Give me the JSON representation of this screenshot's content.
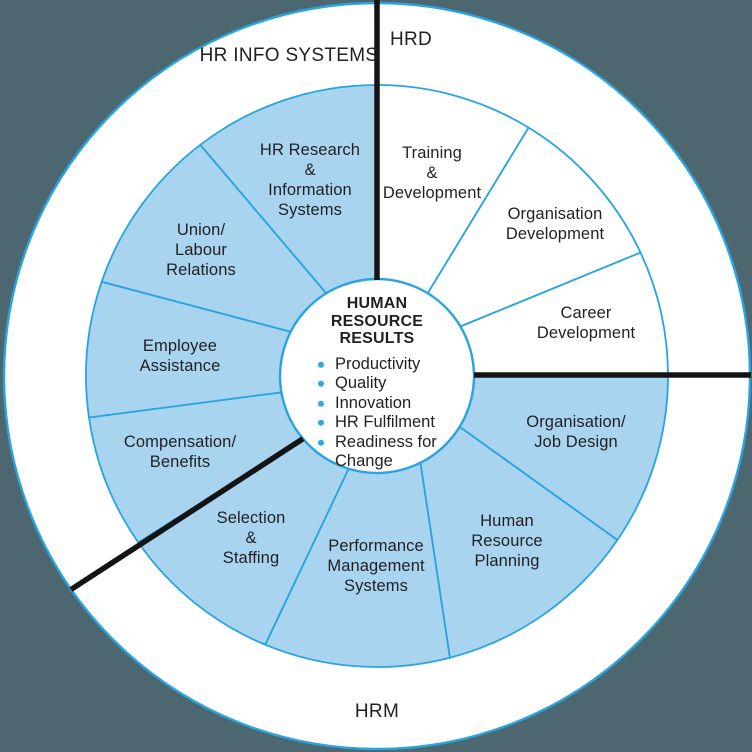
{
  "outer_ring": {
    "label_top_left": "HR INFO SYSTEMS",
    "label_top_right": "HRD",
    "label_bottom": "HRM"
  },
  "center": {
    "title": "HUMAN\nRESOURCE\nRESULTS",
    "bullets": [
      "Productivity",
      "Quality",
      "Innovation",
      "HR Fulfilment",
      "Readiness for Change"
    ]
  },
  "wedges": [
    {
      "label": "Training\n&\nDevelopment",
      "highlighted": false
    },
    {
      "label": "Organisation\nDevelopment",
      "highlighted": false
    },
    {
      "label": "Career\nDevelopment",
      "highlighted": false
    },
    {
      "label": "Organisation/\nJob Design",
      "highlighted": true
    },
    {
      "label": "Human\nResource\nPlanning",
      "highlighted": true
    },
    {
      "label": "Performance\nManagement\nSystems",
      "highlighted": true
    },
    {
      "label": "Selection\n&\nStaffing",
      "highlighted": true
    },
    {
      "label": "Compensation/\nBenefits",
      "highlighted": true
    },
    {
      "label": "Employee\nAssistance",
      "highlighted": true
    },
    {
      "label": "Union/\nLabour\nRelations",
      "highlighted": true
    },
    {
      "label": "HR Research\n&\nInformation\nSystems",
      "highlighted": true
    }
  ],
  "colors": {
    "background": "#4d6770",
    "highlight_fill": "#a8d4f0",
    "plain_fill": "#ffffff",
    "ring_stroke": "#29a4de",
    "section_divider": "#141414",
    "bullet": "#29abe2",
    "text": "#231f20"
  }
}
